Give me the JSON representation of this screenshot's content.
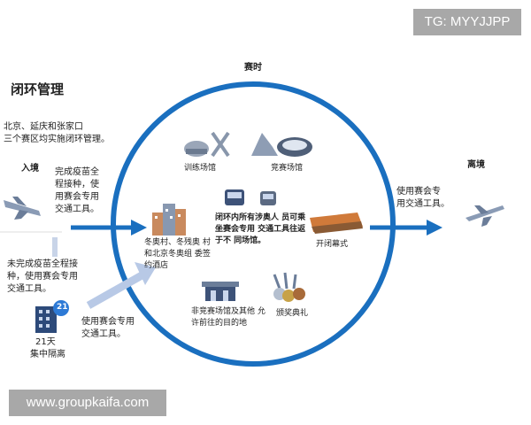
{
  "watermarks": {
    "top": "TG: MYYJJPP",
    "bottom": "www.groupkaifa.com"
  },
  "header": {
    "title": "闭环管理",
    "subtitle": "北京、延庆和张家口\n三个赛区均实施闭环管理。"
  },
  "labels": {
    "games_time": "赛时",
    "entry": "入境",
    "exit": "离境",
    "vaccinated": "完成疫苗全\n程接种，使\n用赛会专用\n交通工具。",
    "unvaccinated": "未完成疫苗全程接\n种，使用赛会专用\n交通工具。",
    "quarantine_days": "21天",
    "quarantine": "集中隔离",
    "games_transport": "使用赛会专用\n交通工具。",
    "exit_transport": "使用赛会专\n用交通工具。",
    "training": "训练场馆",
    "competition": "竞赛场馆",
    "villages": "冬奥村、冬残奥\n村和北京冬奥组\n委签约酒店",
    "center": "闭环内所有涉奥人\n员可乘坐赛会专用\n交通工具往返于不\n同场馆。",
    "ceremonies": "开闭幕式",
    "non_competition": "非竞赛场馆及其他\n允许前往的目的地",
    "awards": "颁奖典礼",
    "quarantine_badge": "21"
  },
  "colors": {
    "ring": "#1a6fbf",
    "arrow": "#1a6fbf",
    "arrow_light": "#b8c9e6",
    "building": "#2d4a7a"
  }
}
